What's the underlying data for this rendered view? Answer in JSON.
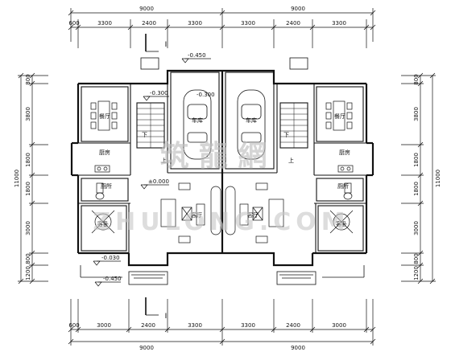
{
  "dimensions": {
    "top_total_left": "9000",
    "top_total_right": "9000",
    "top_600": "600",
    "top_left": [
      "3300",
      "2400",
      "3300"
    ],
    "top_right": [
      "3300",
      "2400",
      "3300"
    ],
    "bottom_total_left": "9000",
    "bottom_total_right": "9000",
    "bottom_600": "600",
    "bottom_left": [
      "3000",
      "2400",
      "3300"
    ],
    "bottom_right": [
      "3300",
      "2400",
      "3000"
    ],
    "side_total": "11000",
    "side_left": [
      "800",
      "3800",
      "1800",
      "1800",
      "3000",
      "800",
      "1200"
    ],
    "side_right": [
      "800",
      "3800",
      "1800",
      "1800",
      "3000",
      "800",
      "1200"
    ]
  },
  "levels": {
    "top_step": "-0.450",
    "garage_left": "-0.300",
    "garage_right": "-0.300",
    "hall": "±0.000",
    "front": "-0.030",
    "bottom_step": "-0.450"
  },
  "rooms": {
    "dining_left": "餐厅",
    "dining_right": "餐厅",
    "kitchen_left": "厨房",
    "kitchen_right": "厨房",
    "garage_left": "车库",
    "garage_right": "车库",
    "wc_left": "厕所",
    "wc_right": "厕所",
    "guest_left": "客卧",
    "guest_right": "客卧",
    "living_left": "客厅",
    "living_right": "客厅"
  },
  "stairs": {
    "up": "上",
    "down": "下"
  },
  "section_mark": "I",
  "watermark": {
    "chinese": "筑 龍 網",
    "latin": "ZHULONG.COM"
  }
}
